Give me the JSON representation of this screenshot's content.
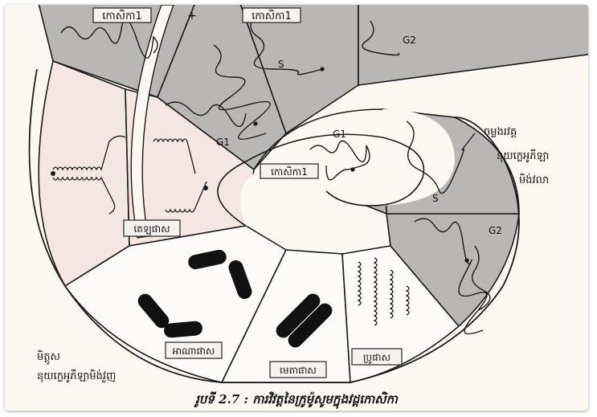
{
  "figure": {
    "caption": "រូបទី 2.7 : ការវិវត្តនៃក្រូម៉ូសូមក្នុងវដ្តកោសិកា",
    "top_labels": {
      "left": "កោសិកា1",
      "plus": "+",
      "right": "កោសិកា1"
    },
    "phases": {
      "g1_outer": "G1",
      "s_outer": "S",
      "g2_outer": "G2",
      "g1_inner": "G1",
      "s_inner": "S",
      "g2_inner": "G2",
      "cell_center": "កោសិកា1",
      "telophase": "តេឡូផាស",
      "anaphase": "អាណាផាស",
      "metaphase": "មេតាផាស",
      "prophase": "ប្រូផាស"
    },
    "notes": {
      "replicate_line1": "ចម្លងរវគ្គ",
      "replicate_line2": "នុយក្លេអូភីឡា",
      "replicate_line3": "មិង់វលា",
      "coil_line1": "មិត្តូស",
      "coil_line2": "នុយក្លេអូភីឡាមិង់វួញ"
    },
    "colors": {
      "gray_sector": "#b9b6b6",
      "pink_sector": "#f4e6e2",
      "white_sector": "#fdfbfa",
      "stroke": "#1a1a1a"
    }
  }
}
